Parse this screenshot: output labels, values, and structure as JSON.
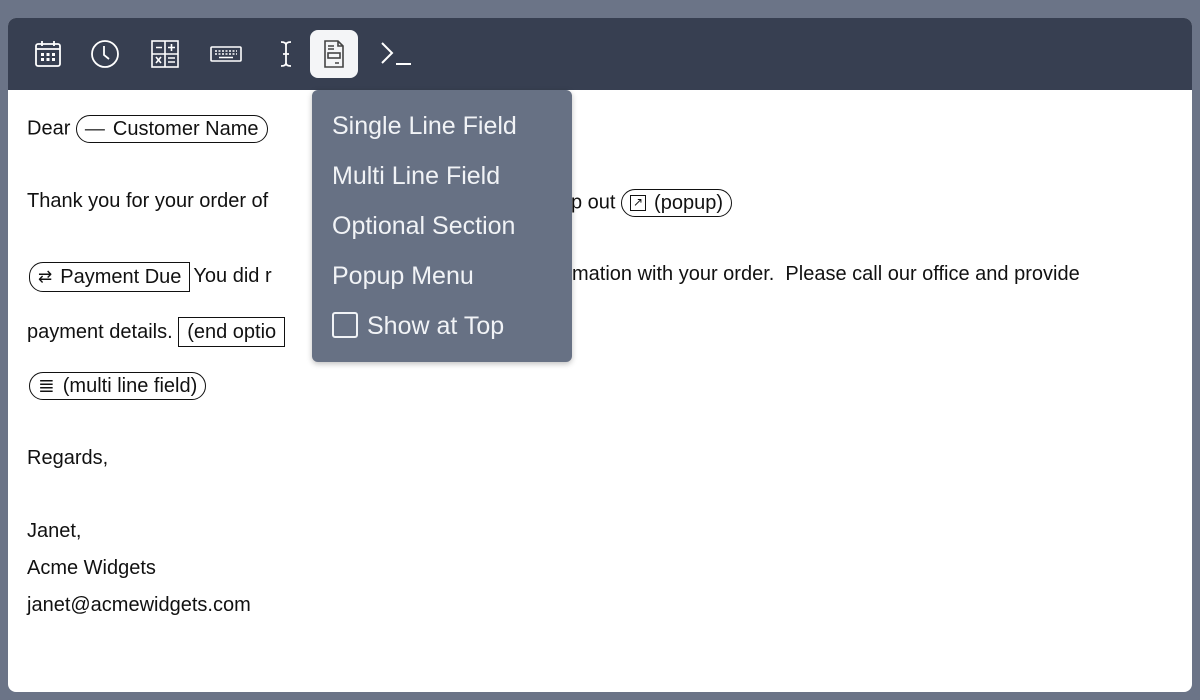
{
  "toolbar": {
    "buttons": [
      {
        "name": "calendar-icon",
        "active": false
      },
      {
        "name": "clock-icon",
        "active": false
      },
      {
        "name": "calculator-icon",
        "active": false
      },
      {
        "name": "keyboard-icon",
        "active": false
      },
      {
        "name": "text-cursor-icon",
        "active": false
      },
      {
        "name": "form-icon",
        "active": true
      },
      {
        "name": "terminal-icon",
        "active": false
      }
    ]
  },
  "doc": {
    "dear": "Dear",
    "customer_name": "Customer Name",
    "thanks_visible": "Thank you for your order of",
    "thanks_tail": "p out",
    "popup": "(popup)",
    "payment_due": "Payment Due",
    "you_did": "You did r",
    "line3_tail": "mation with your order.  Please call our office and provide",
    "payment_details": "payment details.",
    "end_optional": "(end optio",
    "multi_line": "(multi line field)",
    "regards": "Regards,",
    "sig_name": "Janet,",
    "sig_company": "Acme Widgets",
    "sig_email": "janet@acmewidgets.com"
  },
  "menu": {
    "items": [
      "Single Line Field",
      "Multi Line Field",
      "Optional Section",
      "Popup Menu"
    ],
    "checkbox_label": "Show at Top",
    "checkbox_checked": false
  }
}
